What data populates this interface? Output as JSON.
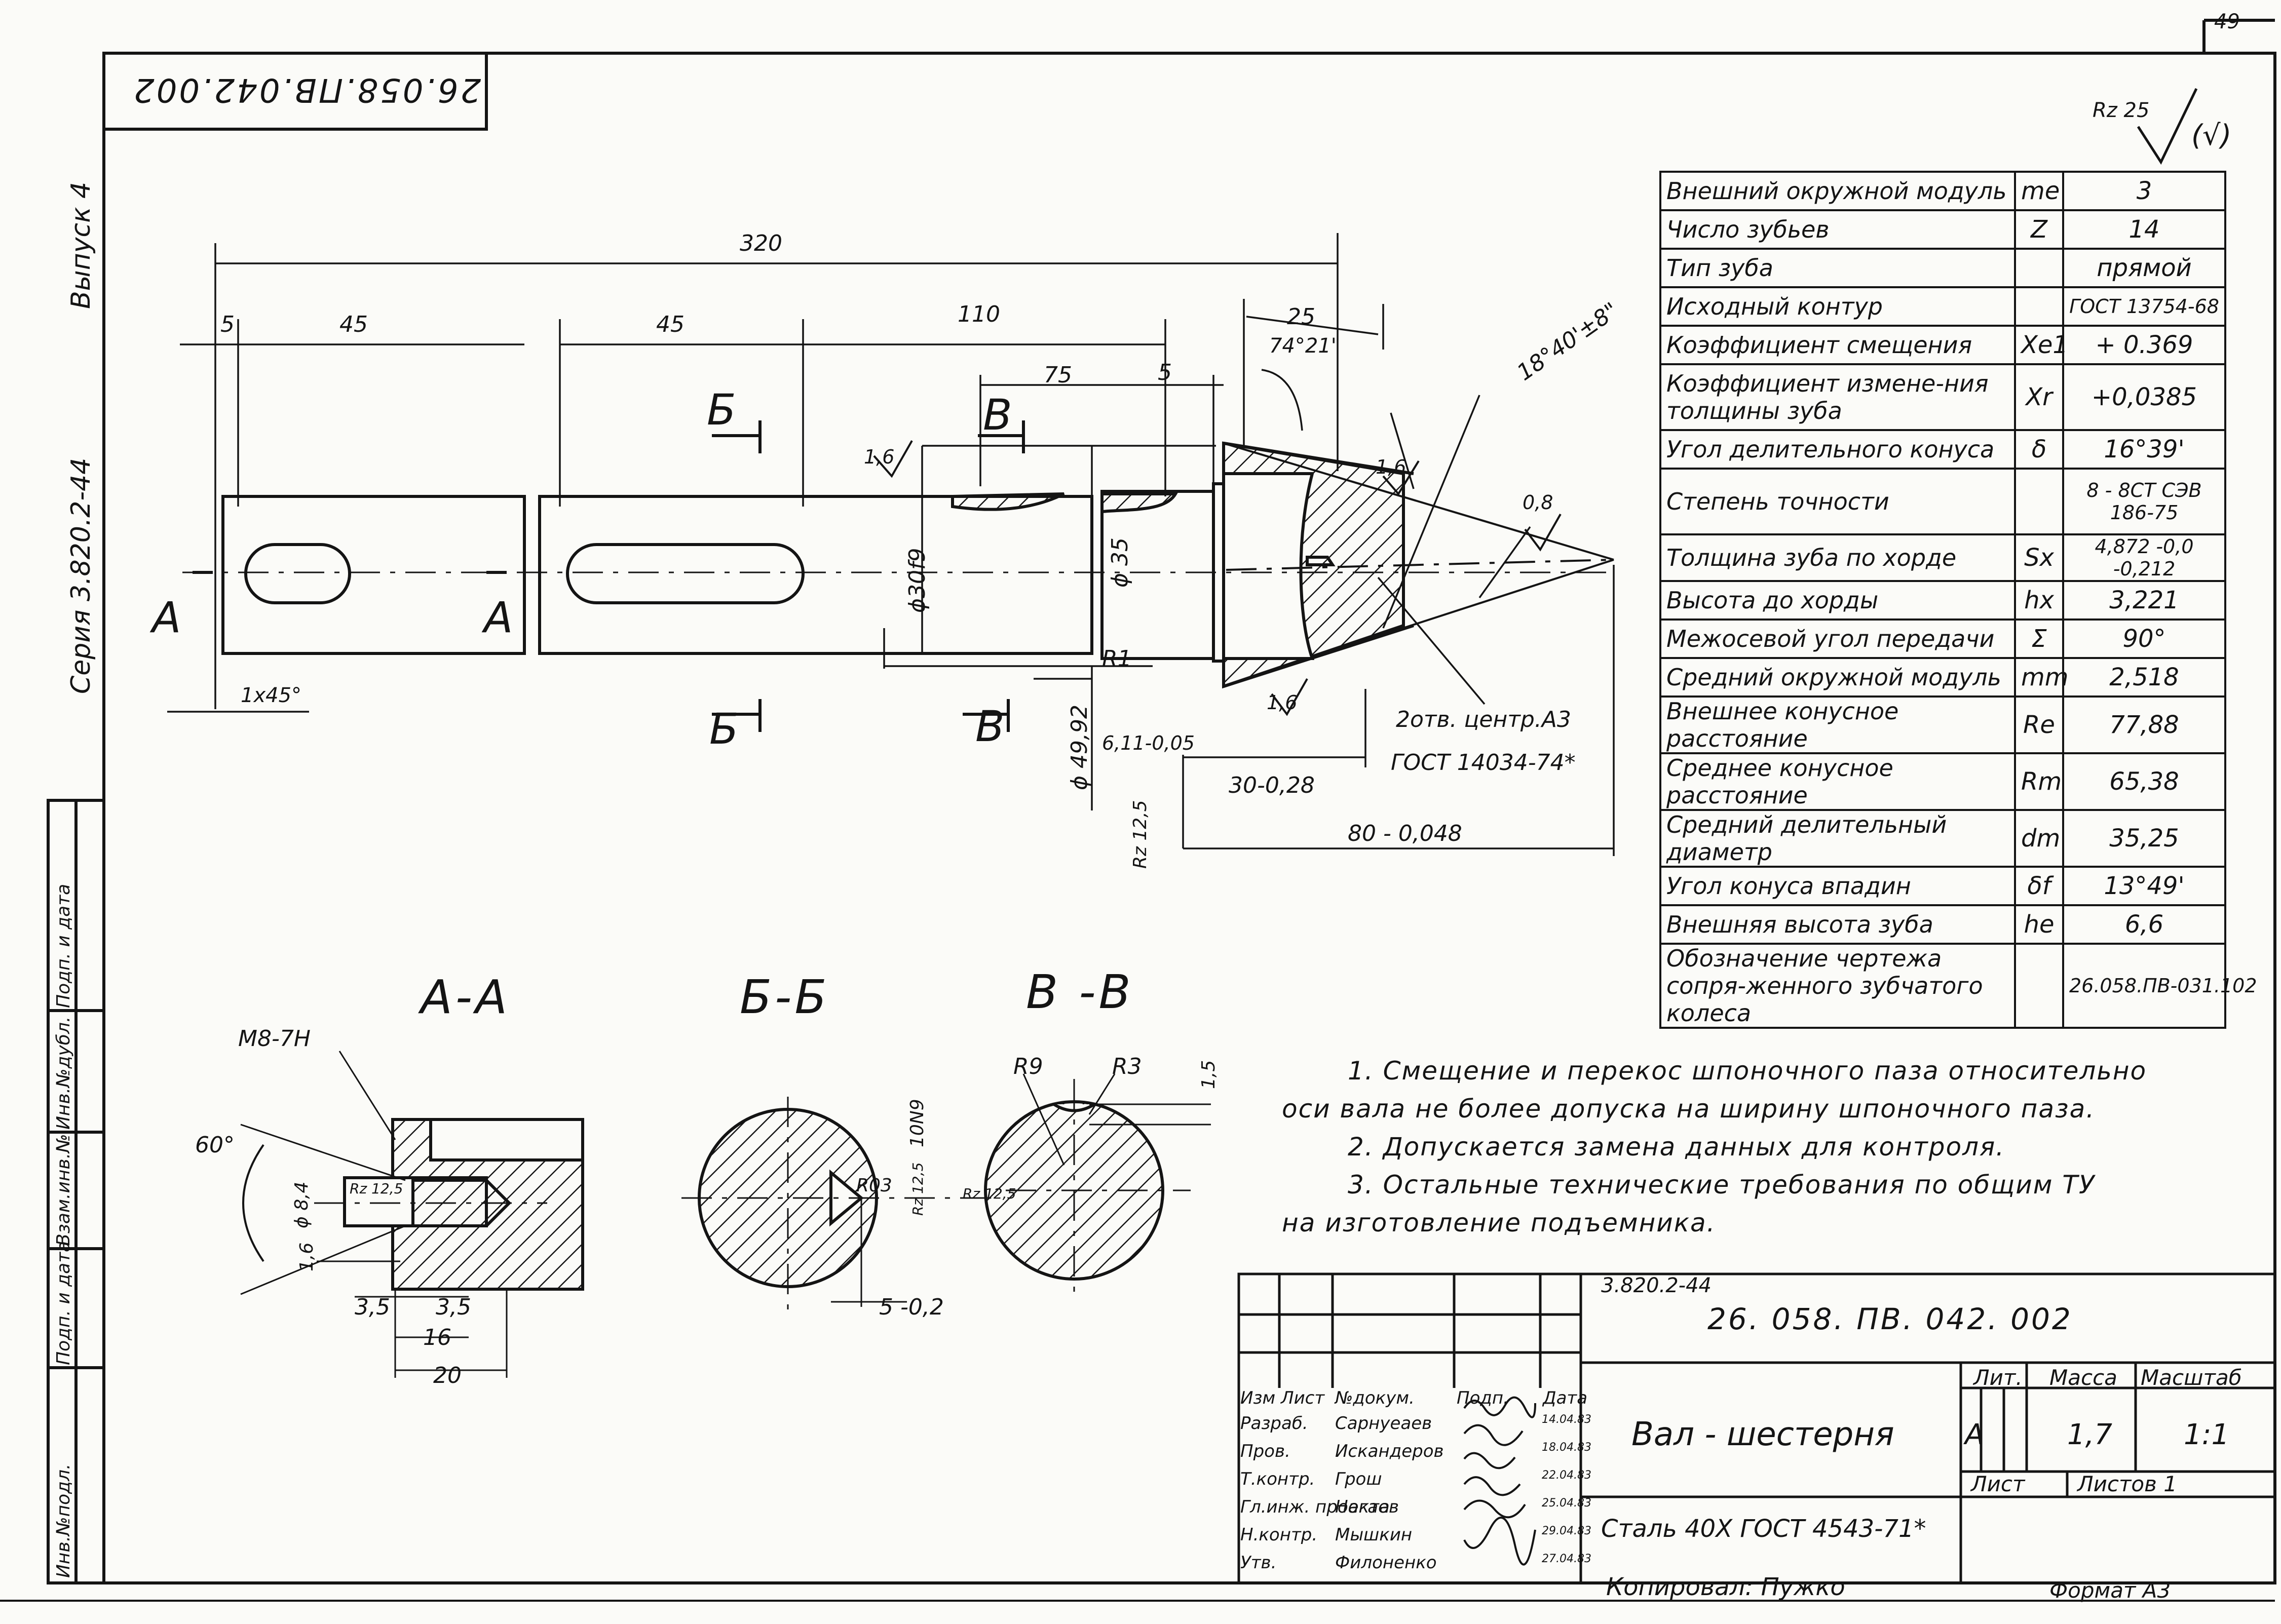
{
  "sheet": {
    "page_number": "49",
    "top_stamp": "26.058.ПВ.042.002",
    "series_label": "Серия  3.820.2-44",
    "issue_label": "Выпуск 4",
    "roughness_symbol": "Rz 25",
    "roughness_note": "(√)"
  },
  "side_strip": [
    "Инв.№подл.",
    "Подп. и дата",
    "Взам.инв.№",
    "Инв.№дубл.",
    "Подп. и дата"
  ],
  "dimensions": {
    "overall": "320",
    "d5_left": "5",
    "d45_left": "45",
    "d45_mid": "45",
    "d110": "110",
    "d75": "75",
    "d5_right": "5",
    "d25": "25",
    "angle_74": "74°21'",
    "angle_18": "18°40'±8\"",
    "rough_16a": "1,6",
    "rough_16b": "1,6",
    "rough_16c": "1,6",
    "rough_08": "0,8",
    "dia_30": "ϕ30f9",
    "dia_35": "ϕ 35",
    "dia_4992": "ϕ 49,92",
    "r1": "R1",
    "chamfer": "1x45°",
    "len_611": "6,11-0,05",
    "len_30": "30-0,28",
    "len_80": "80 - 0,048",
    "rz125": "Rz 12,5",
    "center_hole_1": "2отв. центр.А3",
    "center_hole_2": "ГОСТ 14034-74*",
    "cut_A_left": "А",
    "cut_A_right": "А",
    "cut_B_top": "Б",
    "cut_B_bottom": "Б",
    "cut_V_top": "В",
    "cut_V_bottom": "В"
  },
  "sections": {
    "aa": {
      "title": "А-А",
      "thread": "М8-7Н",
      "angle": "60°",
      "dia": "ϕ 8,4",
      "rough_a": "Rz 12,5",
      "rough_b": "1,6",
      "d35a": "3,5",
      "d35b": "3,5",
      "d16": "16",
      "d20": "20"
    },
    "bb": {
      "title": "Б-Б",
      "r03": "R03",
      "rz_a": "Rz 12,5",
      "rz_b": "Rz 12,5",
      "key": "10N9",
      "len": "5 -0,2"
    },
    "vv": {
      "title": "В -В",
      "r9": "R9",
      "r3": "R3",
      "d15": "1,5"
    }
  },
  "params": [
    {
      "name": "Внешний окружной модуль",
      "sym": "me",
      "val": "3"
    },
    {
      "name": "Число   зубьев",
      "sym": "Z",
      "val": "14"
    },
    {
      "name": "Тип   зуба",
      "sym": "",
      "val": "прямой"
    },
    {
      "name": "Исходный   контур",
      "sym": "",
      "val": "ГОСТ 13754-68"
    },
    {
      "name": "Коэффициент смещения",
      "sym": "Xe1",
      "val": "+ 0.369"
    },
    {
      "name": "Коэффициент измене-ния толщины зуба",
      "sym": "Xr",
      "val": "+0,0385"
    },
    {
      "name": "Угол делительного конуса",
      "sym": "δ",
      "val": "16°39'"
    },
    {
      "name": "Степень   точности",
      "sym": "",
      "val": "8 - 8CT СЭВ 186-75"
    },
    {
      "name": "Толщина зуба по хорде",
      "sym": "Sx",
      "val": "4,872 -0,0 -0,212"
    },
    {
      "name": "Высота  до  хорды",
      "sym": "hx",
      "val": "3,221"
    },
    {
      "name": "Межосевой угол передачи",
      "sym": "Σ",
      "val": "90°"
    },
    {
      "name": "Средний окружной модуль",
      "sym": "mm",
      "val": "2,518"
    },
    {
      "name": "Внешнее конусное расстояние",
      "sym": "Re",
      "val": "77,88"
    },
    {
      "name": "Среднее конусное расстояние",
      "sym": "Rm",
      "val": "65,38"
    },
    {
      "name": "Средний делительный диаметр",
      "sym": "dm",
      "val": "35,25"
    },
    {
      "name": "Угол конуса  впадин",
      "sym": "δf",
      "val": "13°49'"
    },
    {
      "name": "Внешняя высота  зуба",
      "sym": "he",
      "val": "6,6"
    },
    {
      "name": "Обозначение чертежа сопря-женного зубчатого колеса",
      "sym": "",
      "val": "26.058.ПВ-031.102"
    }
  ],
  "notes": [
    "1.  Смещение и перекос шпоночного паза относительно",
    "оси  вала   не более   допуска на ширину шпоночного паза.",
    "2.  Допускается  замена  данных для  контроля.",
    "3.  Остальные  технические  требования  по общим  ТУ",
    "на  изготовление   подъемника."
  ],
  "title_block": {
    "series": "3.820.2-44",
    "designation": "26. 058. ПВ. 042. 002",
    "name": "Вал - шестерня",
    "material": "Сталь  40Х  ГОСТ 4543-71*",
    "lit_label": "Лит.",
    "mass_label": "Масса",
    "scale_label": "Масштаб",
    "lit_value": "А",
    "mass_value": "1,7",
    "scale_value": "1:1",
    "sheet_label": "Лист",
    "sheets_label": "Листов   1",
    "header": [
      "Изм",
      "Лист",
      "№докум.",
      "Подп.",
      "Дата"
    ],
    "rows": [
      {
        "role": "Разраб.",
        "name": "Сарнуеаев",
        "date": "14.04.83"
      },
      {
        "role": "Пров.",
        "name": "Искандеров",
        "date": "18.04.83"
      },
      {
        "role": "Т.контр.",
        "name": "Грош",
        "date": "22.04.83"
      },
      {
        "role": "Гл.инж. проекта",
        "name": "Нагаев",
        "date": "25.04.83"
      },
      {
        "role": "Н.контр.",
        "name": "Мышкин",
        "date": "29.04.83"
      },
      {
        "role": "Утв.",
        "name": "Филоненко",
        "date": "27.04.83"
      }
    ],
    "copied": "Копировал:  Пужко",
    "format": "Формат  А3"
  }
}
